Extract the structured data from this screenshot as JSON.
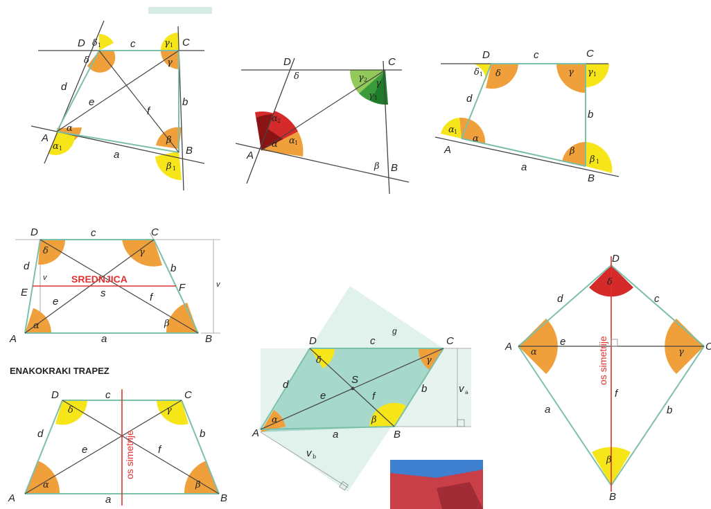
{
  "fig1": {
    "vertices": {
      "A": "A",
      "B": "B",
      "C": "C",
      "D": "D"
    },
    "sides": {
      "a": "a",
      "b": "b",
      "c": "c",
      "d": "d",
      "e": "e",
      "f": "f"
    },
    "angles": {
      "alpha": "α",
      "beta": "β",
      "gamma": "γ",
      "delta": "δ",
      "alpha1": "α",
      "beta1": "β",
      "gamma1": "γ",
      "delta1": "δ",
      "sub1": "1"
    }
  },
  "fig2": {
    "vertices": {
      "A": "A",
      "B": "B",
      "C": "C",
      "D": "D"
    },
    "angles": {
      "alpha": "α",
      "alpha1": "α",
      "alpha2": "α",
      "beta": "β",
      "gamma": "γ",
      "gamma1": "γ",
      "gamma2": "γ",
      "delta": "δ",
      "sub1": "1",
      "sub2": "2"
    }
  },
  "fig3": {
    "vertices": {
      "A": "A",
      "B": "B",
      "C": "C",
      "D": "D"
    },
    "sides": {
      "a": "a",
      "b": "b",
      "c": "c",
      "d": "d"
    },
    "angles": {
      "alpha": "α",
      "alpha1": "α",
      "beta": "β",
      "beta1": "β",
      "gamma": "γ",
      "gamma1": "γ",
      "delta": "δ",
      "delta1": "δ",
      "sub1": "1"
    }
  },
  "fig4": {
    "vertices": {
      "A": "A",
      "B": "B",
      "C": "C",
      "D": "D",
      "E": "E",
      "F": "F"
    },
    "sides": {
      "a": "a",
      "b": "b",
      "c": "c",
      "d": "d",
      "e": "e",
      "f": "f",
      "s": "s",
      "v": "v",
      "v_small": "v"
    },
    "angles": {
      "alpha": "α",
      "beta": "β",
      "gamma": "γ",
      "delta": "δ"
    },
    "midline_label": "SREDNJICA"
  },
  "fig5": {
    "heading": "ENAKOKRAKI TRAPEZ",
    "vertices": {
      "A": "A",
      "B": "B",
      "C": "C",
      "D": "D"
    },
    "sides": {
      "a": "a",
      "b": "b",
      "c": "c",
      "d": "d",
      "e": "e",
      "f": "f"
    },
    "angles": {
      "alpha": "α",
      "beta": "β",
      "gamma": "γ",
      "delta": "δ"
    },
    "axis_label": "os simetrije"
  },
  "fig6": {
    "vertices": {
      "A": "A",
      "B": "B",
      "C": "C",
      "D": "D",
      "S": "S"
    },
    "sides": {
      "a": "a",
      "b": "b",
      "c": "c",
      "d": "d",
      "e": "e",
      "f": "f",
      "g": "g",
      "va": "v",
      "vb": "v",
      "sub_a": "a",
      "sub_b": "b"
    },
    "angles": {
      "alpha": "α",
      "beta": "β",
      "gamma": "γ",
      "delta": "δ"
    }
  },
  "fig7": {
    "vertices": {
      "A": "A",
      "B": "B",
      "C": "C",
      "D": "D"
    },
    "sides": {
      "a": "a",
      "b": "b",
      "c": "c",
      "d": "d",
      "e": "e",
      "f": "f"
    },
    "angles": {
      "alpha": "α",
      "beta": "β",
      "gamma": "γ",
      "delta": "δ"
    },
    "axis_label": "os simetrije"
  },
  "colors": {
    "side": "#7cbfa9",
    "yellow": "#f6e619",
    "orange": "#f0a03a",
    "red": "#d42a2a",
    "green": "#3a9b3a",
    "shade": "#c8e6dd"
  }
}
